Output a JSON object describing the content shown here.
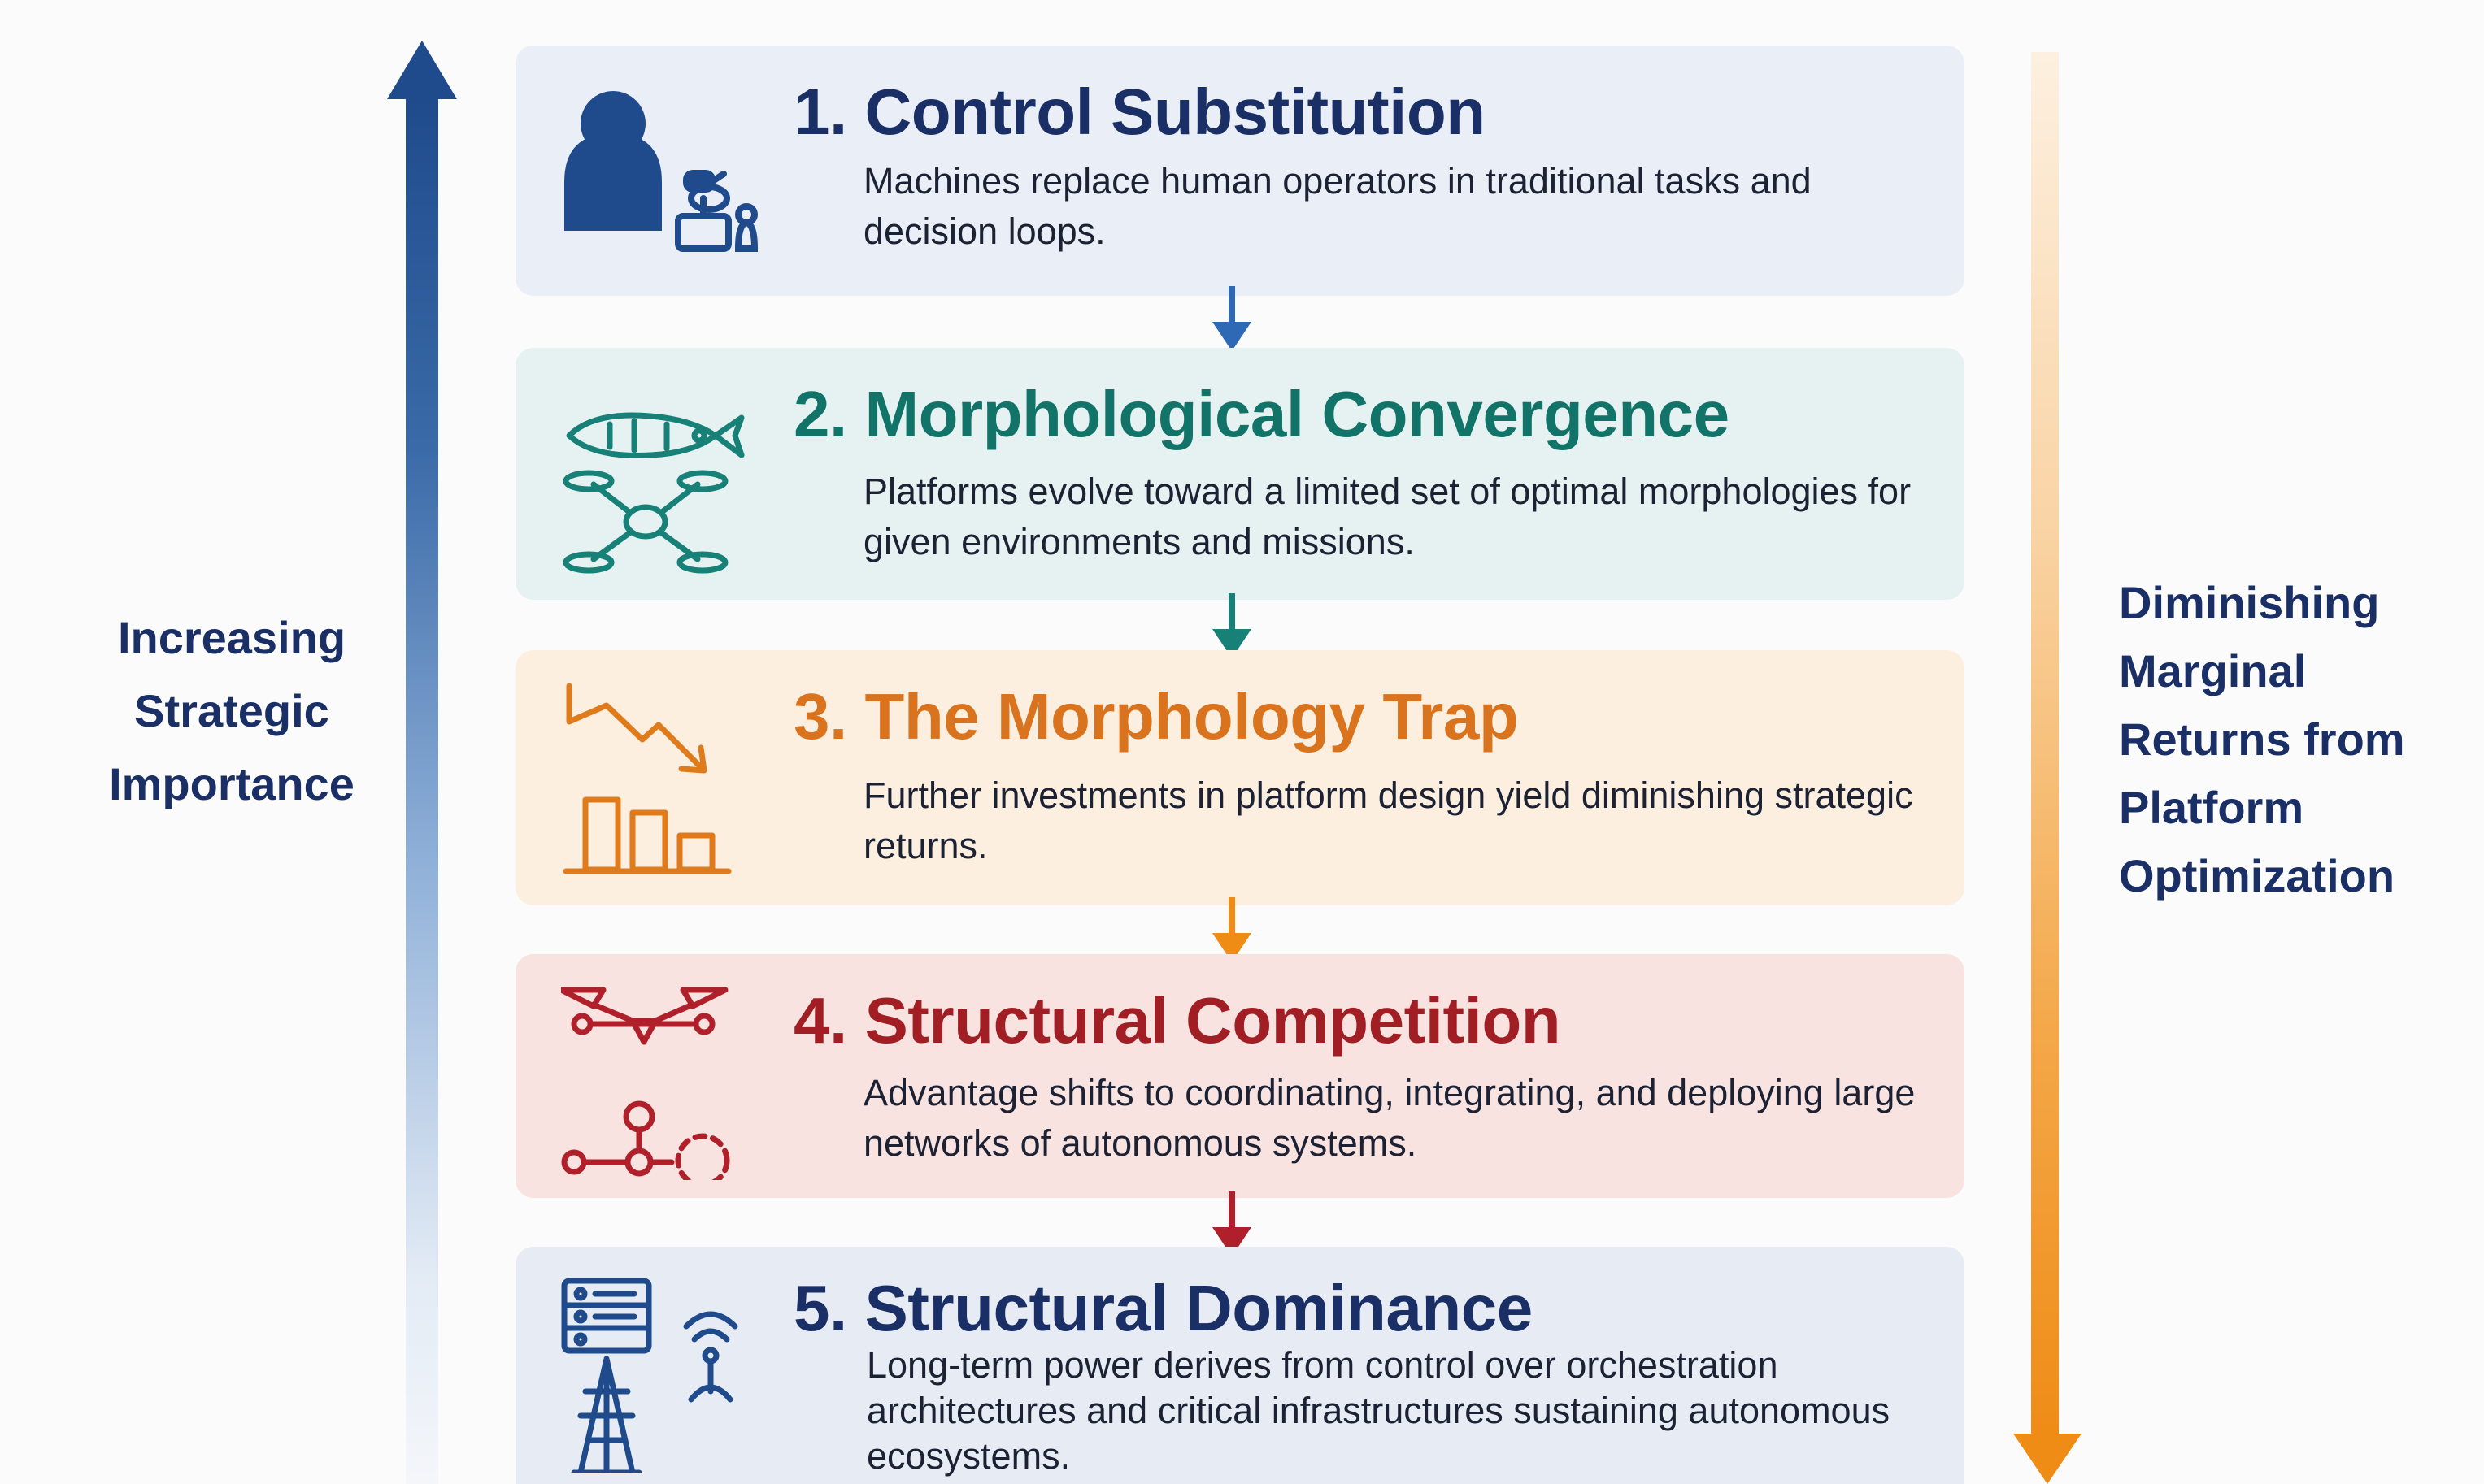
{
  "left_axis": {
    "label_lines": [
      "Increasing",
      "Strategic",
      "Importance"
    ],
    "color": "#1f4b8c"
  },
  "right_axis": {
    "label_lines": [
      "Diminishing",
      "Marginal",
      "Returns from",
      "Platform",
      "Optimization"
    ],
    "color": "#ef8c16"
  },
  "stages": [
    {
      "title": "1. Control Substitution",
      "description": "Machines replace human operators in traditional tasks and decision loops.",
      "icon": "operator-joystick-icon",
      "color": "#1a2f66"
    },
    {
      "title": "2. Morphological Convergence",
      "description": "Platforms evolve toward a limited set of optimal morphologies for given environments and missions.",
      "icon": "fish-drone-icon",
      "color": "#127369"
    },
    {
      "title": "3. The Morphology Trap",
      "description": "Further investments in platform design yield diminishing strategic returns.",
      "icon": "declining-bars-icon",
      "color": "#d9731e"
    },
    {
      "title": "4. Structural Competition",
      "description": "Advantage shifts to coordinating, integrating, and deploying large networks of autonomous systems.",
      "icon": "network-drone-icon",
      "color": "#a11f24"
    },
    {
      "title": "5. Structural Dominance",
      "description": "Long-term power derives from control over orchestration architectures and critical infrastructures sustaining autonomous ecosystems.",
      "icon": "server-tower-icon",
      "color": "#1a2f66"
    }
  ]
}
